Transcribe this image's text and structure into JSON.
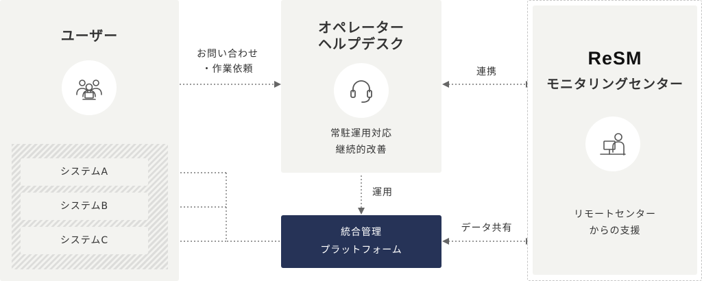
{
  "user": {
    "title": "ユーザー",
    "icon": "users-icon",
    "systems": [
      "システムA",
      "システムB",
      "システムC"
    ]
  },
  "helpdesk": {
    "title_line1": "オペレーター",
    "title_line2": "ヘルプデスク",
    "icon": "headset-icon",
    "caption_line1": "常駐運用対応",
    "caption_line2": "継続的改善"
  },
  "platform": {
    "line1": "統合管理",
    "line2": "プラットフォーム"
  },
  "resm": {
    "logo": "ReSM",
    "title": "モニタリングセンター",
    "icon": "remote-operator-icon",
    "caption_line1": "リモートセンター",
    "caption_line2": "からの支援"
  },
  "flows": {
    "inquiry_line1": "お問い合わせ",
    "inquiry_line2": "・作業依頼",
    "coordination": "連携",
    "operation": "運用",
    "data_sharing": "データ共有"
  },
  "colors": {
    "panel_bg": "#f3f3f0",
    "platform_bg": "#263357",
    "arrow": "#666666"
  }
}
